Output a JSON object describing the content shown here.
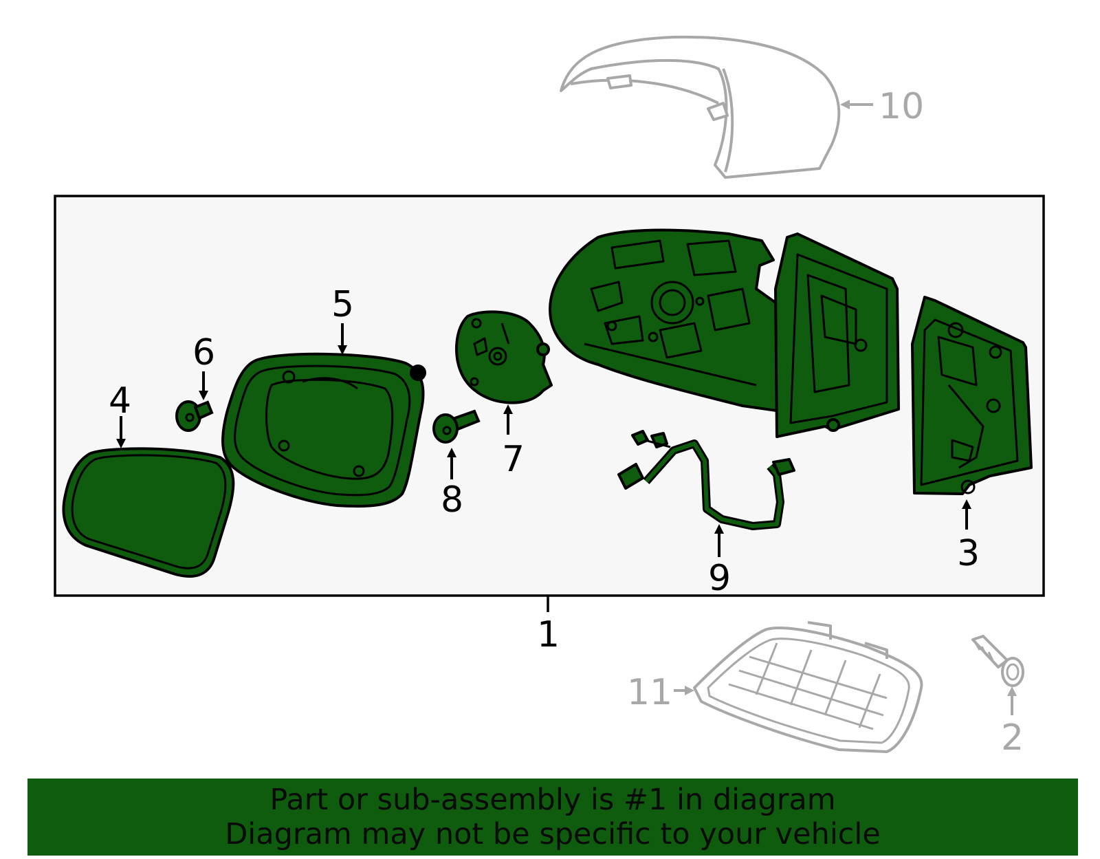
{
  "callouts": {
    "c1": "1",
    "c2": "2",
    "c3": "3",
    "c4": "4",
    "c5": "5",
    "c6": "6",
    "c7": "7",
    "c8": "8",
    "c9": "9",
    "c10": "10",
    "c11": "11"
  },
  "banner": {
    "line1": "Part or sub-assembly is #1 in diagram",
    "line2": "Diagram may not be specific to your vehicle"
  },
  "colors": {
    "part_fill": "#0f5c0f",
    "highlight_box": "#f7f7f7",
    "ghost_part": "#a8a8a8",
    "banner": "#0f5c0f"
  }
}
